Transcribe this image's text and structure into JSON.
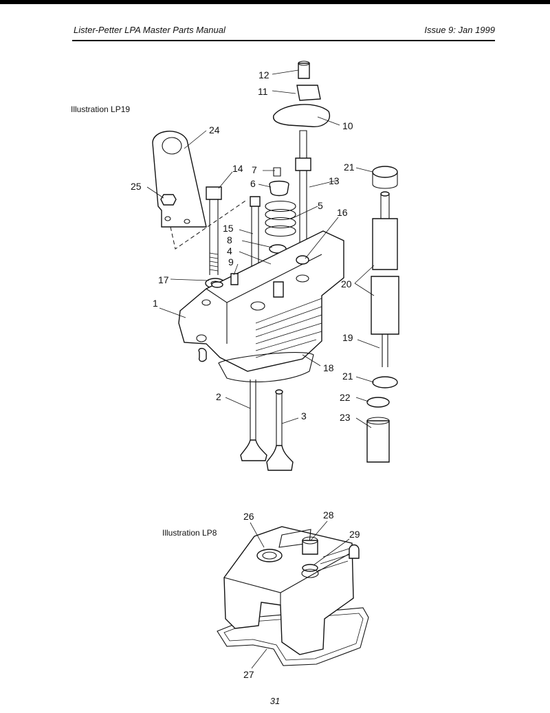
{
  "header": {
    "title": "Lister-Petter LPA Master Parts Manual",
    "issue": "Issue 9: Jan 1999"
  },
  "illustrations": [
    {
      "caption": "Illustration LP19",
      "callouts": [
        "1",
        "2",
        "3",
        "4",
        "5",
        "6",
        "7",
        "8",
        "9",
        "10",
        "11",
        "12",
        "13",
        "14",
        "15",
        "16",
        "17",
        "18",
        "19",
        "20",
        "20",
        "21",
        "21",
        "22",
        "23",
        "24",
        "25"
      ]
    },
    {
      "caption": "Illustration LP8",
      "callouts": [
        "26",
        "27",
        "28",
        "29"
      ]
    }
  ],
  "footer": {
    "page_number": "31"
  }
}
